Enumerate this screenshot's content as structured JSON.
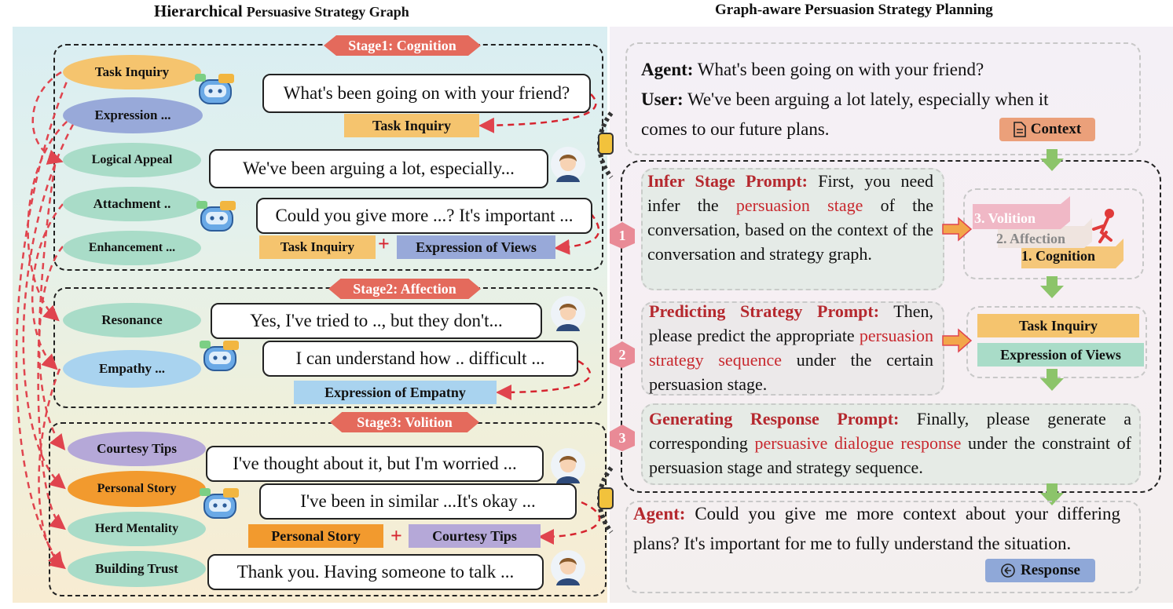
{
  "titles": {
    "left_bold": "Hierarchical",
    "left_rest": "Persuasive Strategy Graph",
    "right": "Graph-aware Persuasion Strategy Planning"
  },
  "stages": {
    "s1": "Stage1: Cognition",
    "s2": "Stage2: Affection",
    "s3": "Stage3: Volition"
  },
  "strategies": {
    "task_inquiry": "Task Inquiry",
    "expression": "Expression ...",
    "logical_appeal": "Logical Appeal",
    "attachment": "Attachment ..",
    "enhancement": "Enhancement ...",
    "resonance": "Resonance",
    "empathy": "Empathy ...",
    "courtesy_tips": "Courtesy Tips",
    "personal_story": "Personal Story",
    "herd_mentality": "Herd Mentality",
    "building_trust": "Building Trust"
  },
  "bubbles": {
    "b1": "What's been going on with your friend?",
    "b2": "We've been arguing a lot, especially...",
    "b3": "Could you give more ...? It's important ...",
    "b4": "Yes, I've tried to .., but they don't...",
    "b5": "I can understand how .. difficult ...",
    "b6": "I've thought about it, but I'm worried ...",
    "b7": "I've been in similar ...It's okay  ...",
    "b8": "Thank you. Having someone to talk  ..."
  },
  "tags": {
    "t1": "Task Inquiry",
    "t2a": "Task Inquiry",
    "t2b": "Expression  of  Views",
    "t3": "Expression of  Empatny",
    "t4a": "Personal  Story",
    "t4b": "Courtesy  Tips",
    "plus": "+"
  },
  "context": {
    "agent_label": "Agent:",
    "agent_text": "What's been going on with your friend?",
    "user_label": "User:",
    "user_text1": "We've been arguing a lot lately,  especially when it",
    "user_text2": "comes to our future plans.",
    "badge": "Context"
  },
  "prompts": {
    "infer_title": "Infer Stage Prompt:",
    "infer_a": "First, you need infer the",
    "infer_red": "persuasion stage",
    "infer_b": "of the conversation,  based on the context of the conversation and strategy graph.",
    "predict_title": "Predicting Strategy Prompt:",
    "predict_a": "Then, please predict the appropriate",
    "predict_red": "persuasion strategy sequence",
    "predict_b": "under the certain persuasion stage.",
    "gen_title": "Generating Response Prompt:",
    "gen_a": "Finally,  please generate a corresponding",
    "gen_red": "persuasive dialogue response",
    "gen_b": "under the constraint of persuasion stage and strategy sequence."
  },
  "steps": [
    "1",
    "2",
    "3"
  ],
  "levels": {
    "volition": "3. Volition",
    "affection": "2. Affection",
    "cognition": "1. Cognition"
  },
  "predicted": {
    "a": "Task Inquiry",
    "b": "Expression  of  Views"
  },
  "response": {
    "label": "Agent:",
    "text": "Could you give me more context about your differing plans?  It's important for me to fully understand the situation.",
    "badge": "Response"
  },
  "colors": {
    "stage_label": "#e46a5c",
    "arrow": "#e0444e",
    "prompt_red": "#c8282e",
    "green_arrow": "#8cc46a"
  }
}
